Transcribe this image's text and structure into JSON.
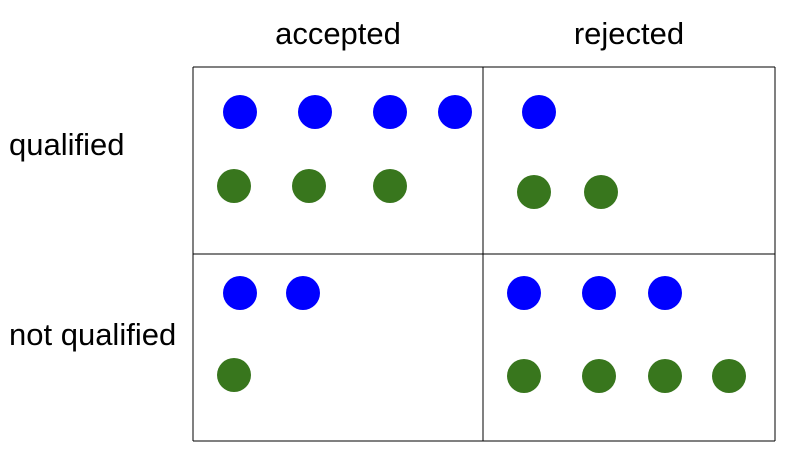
{
  "columns": [
    "accepted",
    "rejected"
  ],
  "rows": [
    "qualified",
    "not qualified"
  ],
  "colors": {
    "blue_dot": "#0000ff",
    "green_dot": "#38761d",
    "grid_line": "#000000"
  },
  "cells": {
    "qualified_accepted": {
      "blue": 4,
      "green": 3
    },
    "qualified_rejected": {
      "blue": 1,
      "green": 2
    },
    "not_qualified_accepted": {
      "blue": 2,
      "green": 1
    },
    "not_qualified_rejected": {
      "blue": 3,
      "green": 4
    }
  }
}
